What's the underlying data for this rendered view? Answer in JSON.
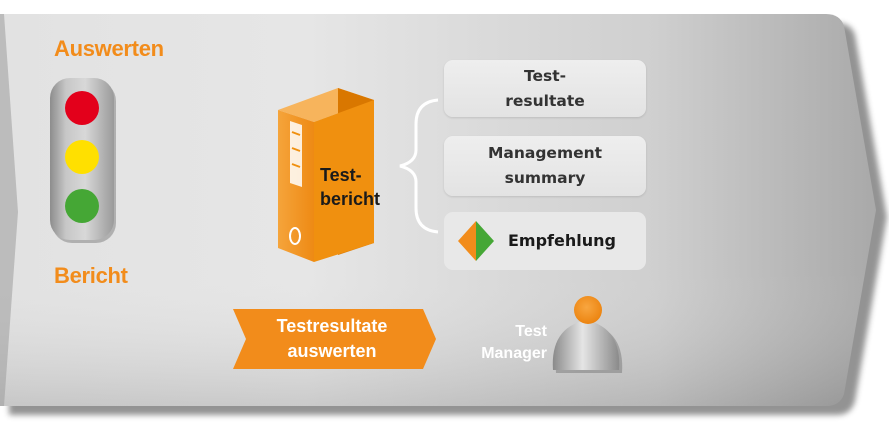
{
  "phase": {
    "top_label": "Auswerten",
    "bottom_label": "Bericht"
  },
  "folder": {
    "label": "Test-\nbericht"
  },
  "contents": [
    {
      "text": "Test-\nresultate"
    },
    {
      "text": "Management\nsummary"
    },
    {
      "text": "Empfehlung",
      "icon": "diamond-icon"
    }
  ],
  "activity": {
    "label": "Testresultate\nauswerten"
  },
  "role": {
    "label": "Test\nManager",
    "icon": "person-icon"
  },
  "colors": {
    "orange": "#f28c1b",
    "red": "#e3001b",
    "yellow": "#ffe000",
    "green": "#45a735",
    "box": "#e8e8e8",
    "text_dark": "#333333"
  }
}
